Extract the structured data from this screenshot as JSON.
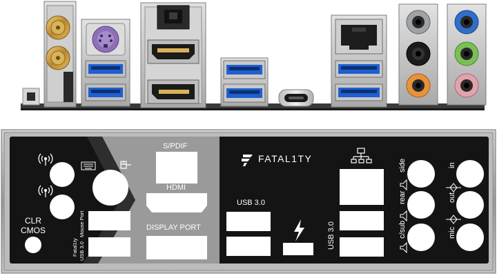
{
  "io_shield": {
    "brand": "FATAL1TY",
    "labels": {
      "spdif": "S/PDIF",
      "hdmi": "HDMI",
      "display_port": "DISPLAY PORT",
      "usb30_center": "USB 3.0",
      "usb30_right": "USB 3.0",
      "clr": "CLR",
      "cmos": "CMOS",
      "fatal1ty": "Fatal1ty",
      "mouse_port": "Mouse Port",
      "usb30_left": "USB 3.0",
      "side": "side",
      "rear": "rear",
      "csub": "c/sub",
      "in": "in",
      "out": "out",
      "mic": "mic"
    }
  },
  "colors": {
    "shield_black": "#141414",
    "shield_gray": "#9a9a9a",
    "shield_metal": "#c9c9c9",
    "usb3_blue": "#1f5fd0",
    "audio_blue": "#2f6fc9",
    "audio_green": "#7bbf55",
    "audio_pink": "#e2a3ad",
    "audio_gray": "#9fa3a6",
    "audio_orange": "#e8923a",
    "ps2_purple": "#8e6fb8"
  },
  "icons": [
    "wifi-antenna-icon",
    "keyboard-icon",
    "mouse-icon",
    "network-icon",
    "thunderbolt-icon",
    "speaker-icon",
    "headphone-icon"
  ]
}
